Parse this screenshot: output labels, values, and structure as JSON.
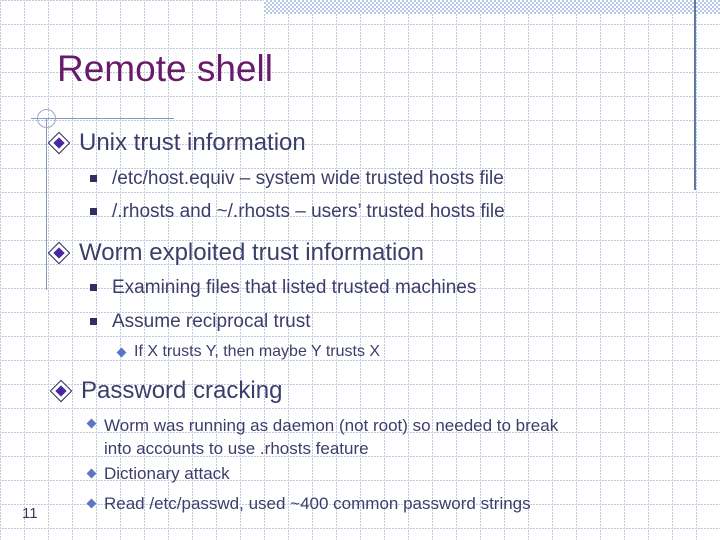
{
  "slide": {
    "title": "Remote shell",
    "page_number": "11"
  },
  "colors": {
    "title_purple": "#691a6b",
    "body_navy": "#3d3d6b",
    "bullet_indigo": "#4a27a3",
    "bullet_blue": "#5b76c3",
    "accent_steel": "#5d7aa6",
    "band_blue": "#b7c8e4"
  },
  "content": {
    "sections": [
      {
        "title": "Unix trust information",
        "items": [
          "/etc/host.equiv – system wide trusted hosts file",
          "/.rhosts and ~/.rhosts – users’ trusted hosts file"
        ]
      },
      {
        "title": "Worm exploited trust information",
        "items": [
          "Examining files that listed trusted machines",
          "Assume reciprocal trust"
        ],
        "subitems": [
          "If X trusts Y, then maybe Y trusts X"
        ]
      },
      {
        "title": "Password cracking",
        "subitems": [
          "Worm was running as daemon (not root) so needed to break\ninto accounts to use .rhosts feature",
          "Dictionary attack",
          "Read /etc/passwd, used ~400 common password strings"
        ]
      }
    ]
  }
}
